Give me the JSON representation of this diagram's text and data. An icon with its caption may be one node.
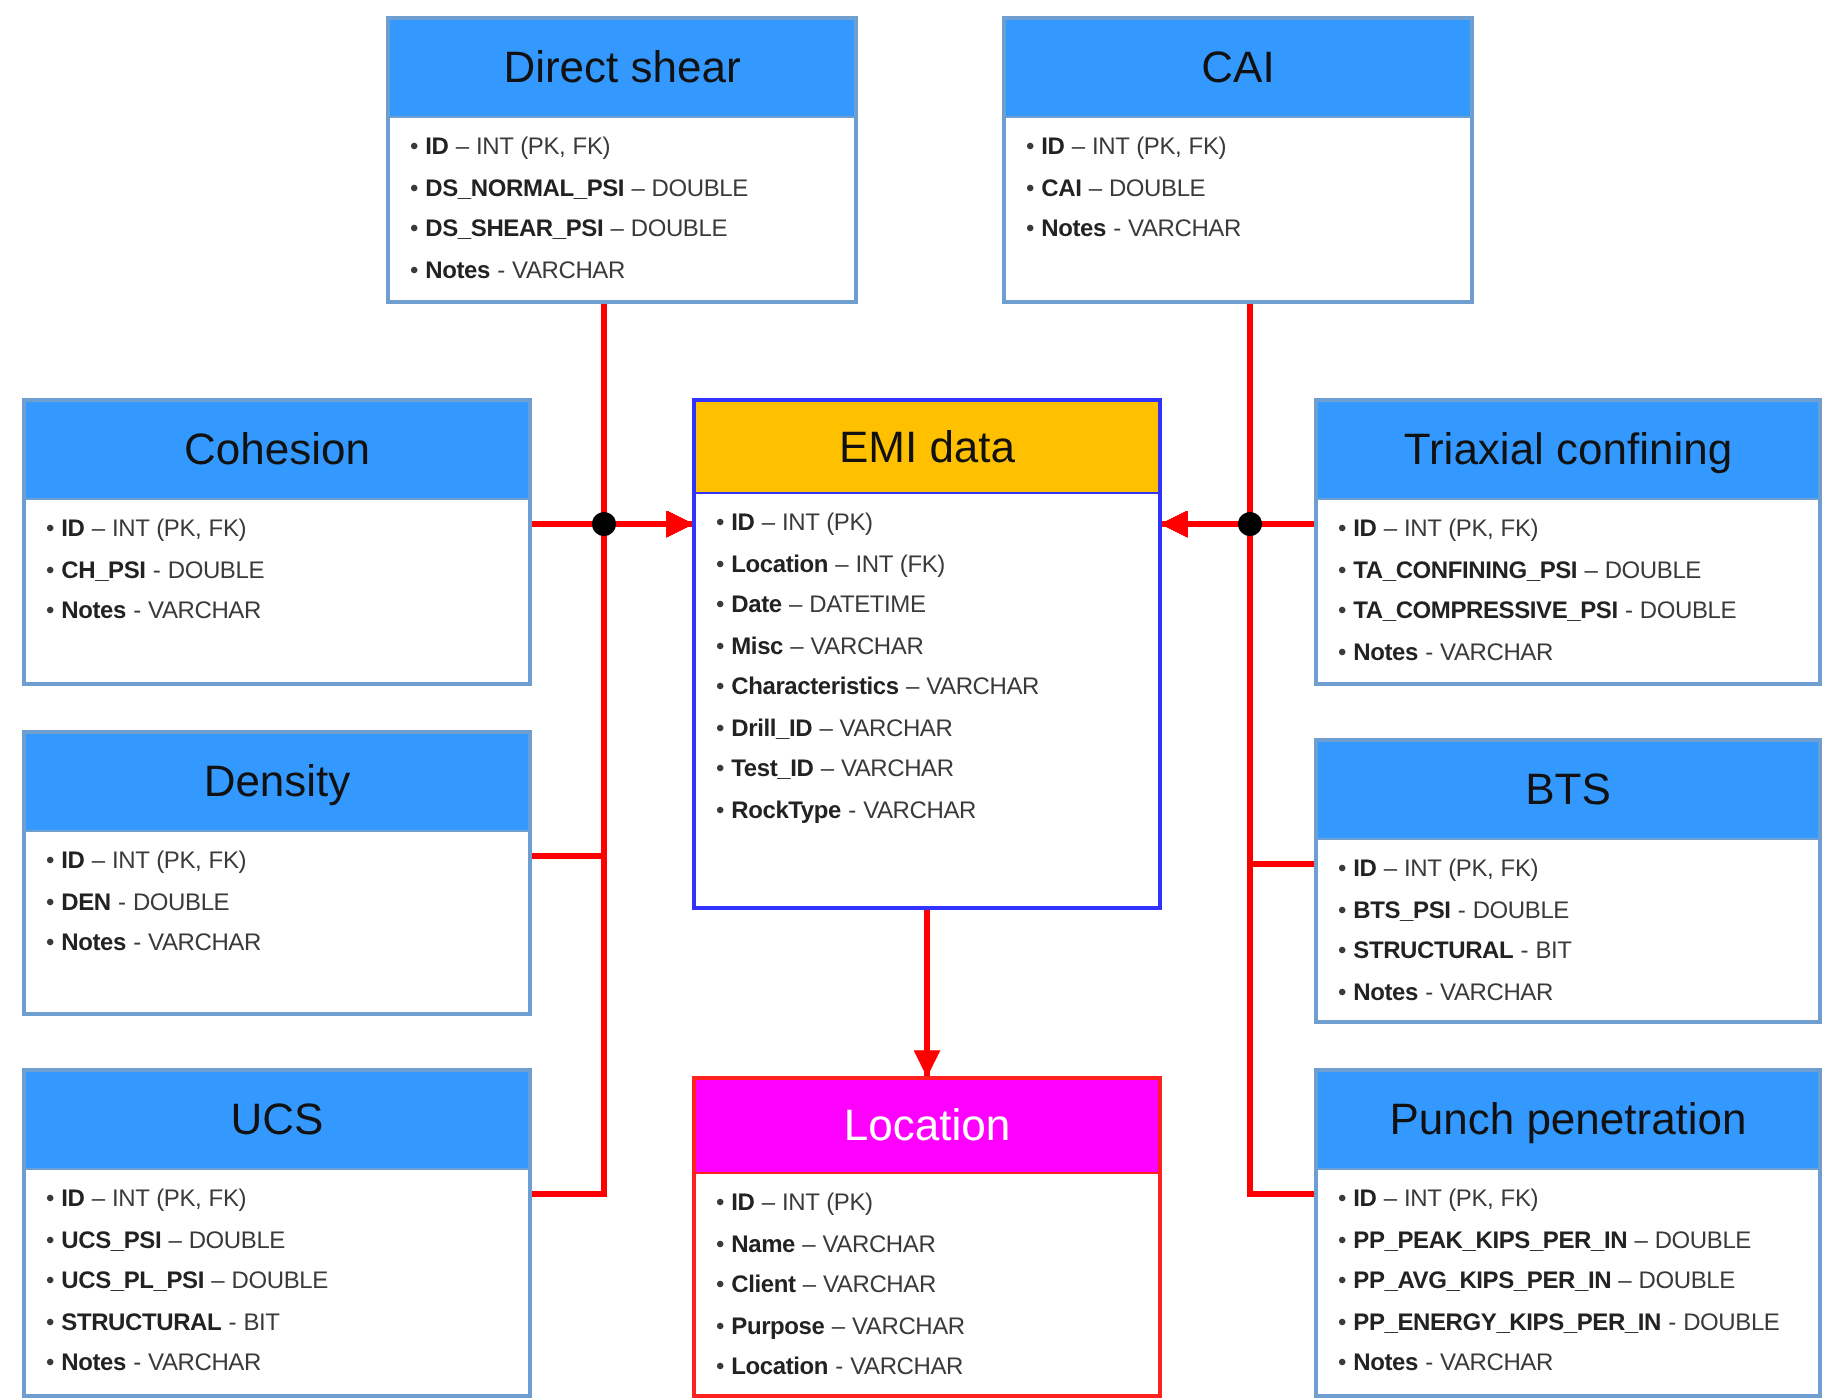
{
  "diagram": {
    "nodes": [
      {
        "text": [
          "Direct shear",
          "• **ID** – INT (PK, FK)",
          "• **DS_NORMAL_PSI** – DOUBLE",
          "• **DS_SHEAR_PSI** – DOUBLE",
          "• **Notes** - VARCHAR"
        ]
      },
      {
        "text": [
          "CAI",
          "• **ID** – INT (PK, FK)",
          "• **CAI** – DOUBLE",
          "• **Notes** - VARCHAR"
        ]
      },
      {
        "text": [
          "Cohesion",
          "• **ID** – INT (PK, FK)",
          "• **CH_PSI** - DOUBLE",
          "• **Notes** - VARCHAR"
        ]
      },
      {
        "text": [
          "EMI data",
          "• **ID** – INT (PK)",
          "• **Location** – INT (FK)",
          "• **Date** – DATETIME",
          "• **Misc** – VARCHAR",
          "• **Characteristics** – VARCHAR",
          "• **Drill_ID** – VARCHAR",
          "• **Test_ID** – VARCHAR",
          "• **RockType** - VARCHAR"
        ]
      },
      {
        "text": [
          "Triaxial confining",
          "• **ID** – INT (PK, FK)",
          "• **TA_CONFINING_PSI** – DOUBLE",
          "• **TA_COMPRESSIVE_PSI** - DOUBLE",
          "• **Notes** - VARCHAR"
        ]
      },
      {
        "text": [
          "Density",
          "• **ID** – INT (PK, FK)",
          "• **DEN** - DOUBLE",
          "• **Notes** - VARCHAR"
        ]
      },
      {
        "text": [
          "BTS",
          "• **ID** – INT (PK, FK)",
          "• **BTS_PSI** - DOUBLE",
          "• **STRUCTURAL** - BIT",
          "• **Notes** - VARCHAR"
        ]
      },
      {
        "text": [
          "UCS",
          "• **ID** – INT (PK, FK)",
          "• **UCS_PSI** – DOUBLE",
          "• **UCS_PL_PSI** – DOUBLE",
          "• **STRUCTURAL** - BIT",
          "• **Notes** - VARCHAR"
        ]
      },
      {
        "text": [
          "Location",
          "• **ID** – INT (PK)",
          "• **Name** – VARCHAR",
          "• **Client** – VARCHAR",
          "• **Purpose** – VARCHAR",
          "• **Location** - VARCHAR"
        ]
      },
      {
        "text": [
          "Punch penetration",
          "• **ID** – INT (PK, FK)",
          "• **PP_PEAK_KIPS_PER_IN** – DOUBLE",
          "• **PP_AVG_KIPS_PER_IN** – DOUBLE",
          "• **PP_ENERGY_KIPS_PER_IN** - DOUBLE",
          "• **Notes** - VARCHAR"
        ]
      }
    ],
    "edges": [
      {
        "from": 0,
        "to": 3,
        "arrow": "to"
      },
      {
        "from": 2,
        "to": 3,
        "arrow": "to"
      },
      {
        "from": 5,
        "to": 3,
        "arrow": "to"
      },
      {
        "from": 7,
        "to": 3,
        "arrow": "to"
      },
      {
        "from": 1,
        "to": 3,
        "arrow": "to"
      },
      {
        "from": 4,
        "to": 3,
        "arrow": "to"
      },
      {
        "from": 6,
        "to": 3,
        "arrow": "to"
      },
      {
        "from": 9,
        "to": 3,
        "arrow": "to"
      },
      {
        "from": 3,
        "to": 8,
        "arrow": "to"
      }
    ]
  }
}
